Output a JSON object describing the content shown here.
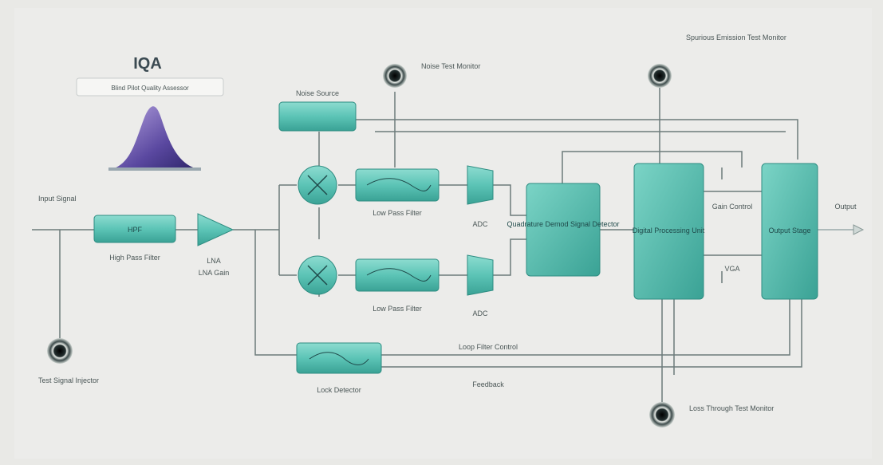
{
  "title": "IQA",
  "subtitle": "Blind Pilot Quality Assessor",
  "input_label": "Input Signal",
  "blocks": {
    "hpf": "HPF",
    "hpf_caption": "High Pass Filter",
    "lna": "LNA",
    "lna_caption": "LNA Gain",
    "noise_source": "Noise Source",
    "lpf_top": "Low Pass Filter",
    "lpf_bottom": "Low Pass Filter",
    "adc_top": "ADC",
    "adc_bottom": "ADC",
    "dsp_top": "Quadrature Demod Signal Detector",
    "dsp_main": "Digital Processing Unit",
    "out_block": "Output Stage",
    "gain_label": "Gain Control",
    "vga": "VGA",
    "lock": "Lock Detector",
    "lock_caption": "Lock Detector",
    "feedback": "Feedback",
    "loop_label": "Loop Filter Control"
  },
  "probes": {
    "top_left": "Noise Test Monitor",
    "top_right": "Spurious Emission Test Monitor",
    "bottom_left": "Test Signal Injector",
    "bottom_right": "Loss Through Test Monitor"
  },
  "output_label": "Output",
  "colors": {
    "block_fill": "#5cc4b6",
    "block_dark": "#3aa295",
    "block_border": "#2e8d82",
    "wire": "#6d7b7b",
    "probe": "#2d3a3a"
  }
}
